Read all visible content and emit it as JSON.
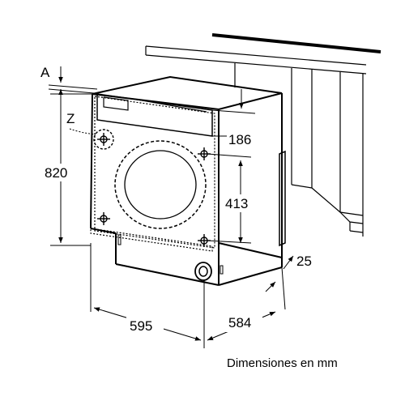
{
  "labels": {
    "a": "A",
    "z": "Z",
    "height": "820",
    "top_panel": "186",
    "hole_spacing": "413",
    "offset": "25",
    "width": "595",
    "depth": "584"
  },
  "caption": "Dimensiones en mm"
}
